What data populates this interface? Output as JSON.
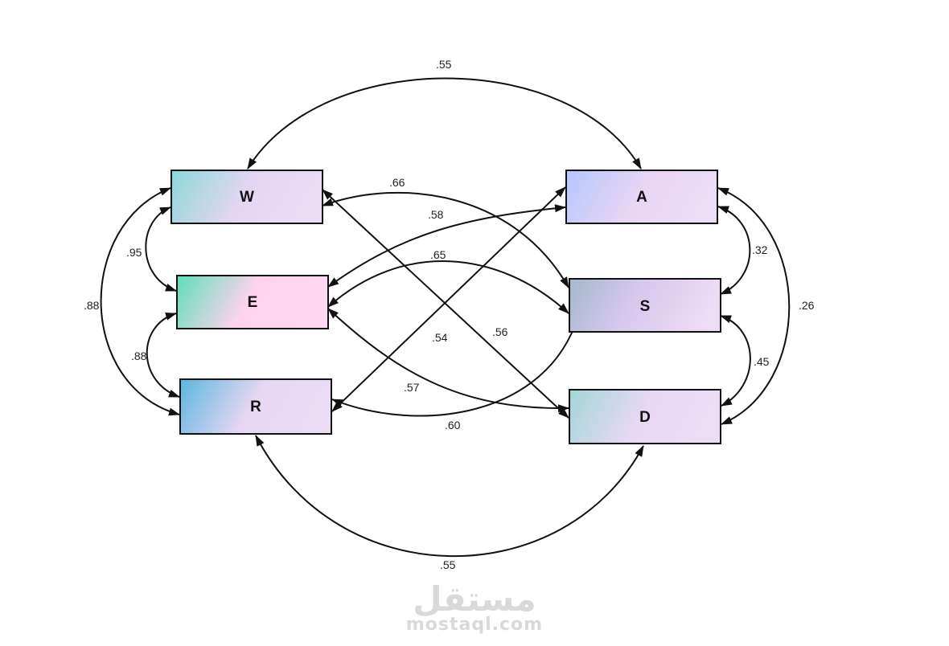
{
  "nodes": {
    "W": {
      "label": "W"
    },
    "E": {
      "label": "E"
    },
    "R": {
      "label": "R"
    },
    "A": {
      "label": "A"
    },
    "S": {
      "label": "S"
    },
    "D": {
      "label": "D"
    }
  },
  "edges": {
    "W_A": {
      "label": ".55"
    },
    "R_D": {
      "label": ".55"
    },
    "W_E": {
      "label": ".95"
    },
    "E_R": {
      "label": ".88"
    },
    "W_R": {
      "label": ".88"
    },
    "A_S": {
      "label": ".32"
    },
    "S_D": {
      "label": ".45"
    },
    "A_D": {
      "label": ".26"
    },
    "W_S": {
      "label": ".66"
    },
    "A_E": {
      "label": ".58"
    },
    "E_S": {
      "label": ".65"
    },
    "A_R": {
      "label": ".54"
    },
    "W_D": {
      "label": ".56"
    },
    "S_R": {
      "label": ".57"
    },
    "E_D": {
      "label": ".60"
    }
  },
  "watermark": {
    "arabic": "مستقل",
    "latin": "mostaql.com"
  },
  "colors": {
    "W": [
      "#8ad8d8",
      "#e4d6f2"
    ],
    "E": [
      "#5ce0b8",
      "#ffd3ee"
    ],
    "R": [
      "#5ab6df",
      "#e7d7f2"
    ],
    "A": [
      "#b5c6ff",
      "#ead8f3"
    ],
    "S": [
      "#a5b8cc",
      "#e8d8f3"
    ],
    "D": [
      "#a2d6d6",
      "#ead8f3"
    ]
  }
}
